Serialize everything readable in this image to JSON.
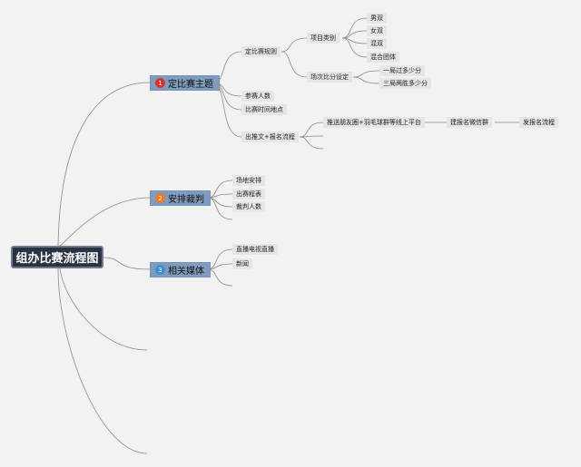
{
  "root": {
    "label": "组办比赛流程图"
  },
  "topics": [
    {
      "label": "定比赛主题",
      "badge": "1",
      "badge_color": "#d9342a"
    },
    {
      "label": "安排裁判",
      "badge": "2",
      "badge_color": "#ec7a28"
    },
    {
      "label": "相关媒体",
      "badge": "3",
      "badge_color": "#3a8fd6"
    }
  ],
  "rules": {
    "label": "定比赛规则",
    "category": {
      "label": "项目类别",
      "items": [
        "男双",
        "女双",
        "混双",
        "混合团体"
      ]
    },
    "scoring": {
      "label": "场次比分设定",
      "items": [
        "一局过多少分",
        "三局两胜多少分"
      ]
    }
  },
  "theme_other": {
    "participants": "参赛人数",
    "time_place": "比赛时间地点"
  },
  "promo": {
    "label": "出推文+报名流程",
    "steps": [
      "推送朋友圈+羽毛球群等线上平台",
      "建报名微信群",
      "发报名流程"
    ]
  },
  "referee_items": [
    "场地安排",
    "出赛程表",
    "裁判人数"
  ],
  "media_items": [
    "直播电视直播",
    "新闻"
  ],
  "colors": {
    "background": "#f2f2f2",
    "line": "#8a8a8a",
    "topic_fill": "#7f9bbd",
    "root_fill": "#2b3342"
  }
}
